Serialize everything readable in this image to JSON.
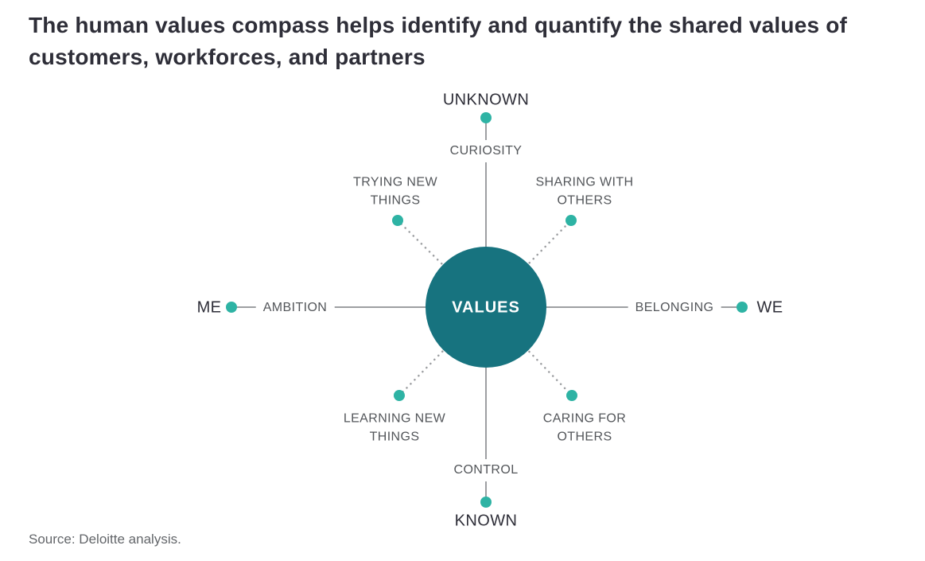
{
  "page": {
    "title": "The human values compass helps identify and quantify the shared values of customers, workforces, and partners",
    "source": "Source: Deloitte analysis."
  },
  "compass": {
    "center_label": "VALUES",
    "axes": {
      "top": {
        "endpoint": "UNKNOWN",
        "value": "CURIOSITY"
      },
      "bottom": {
        "endpoint": "KNOWN",
        "value": "CONTROL"
      },
      "left": {
        "endpoint": "ME",
        "value": "AMBITION"
      },
      "right": {
        "endpoint": "WE",
        "value": "BELONGING"
      }
    },
    "diagonals": {
      "top_left": "TRYING NEW THINGS",
      "top_right": "SHARING WITH OTHERS",
      "bottom_left": "LEARNING NEW THINGS",
      "bottom_right": "CARING FOR OTHERS"
    },
    "colors": {
      "circle_fill": "#17737f",
      "dot_fill": "#2eb3a4",
      "line_stroke": "#9d9fa2"
    }
  }
}
